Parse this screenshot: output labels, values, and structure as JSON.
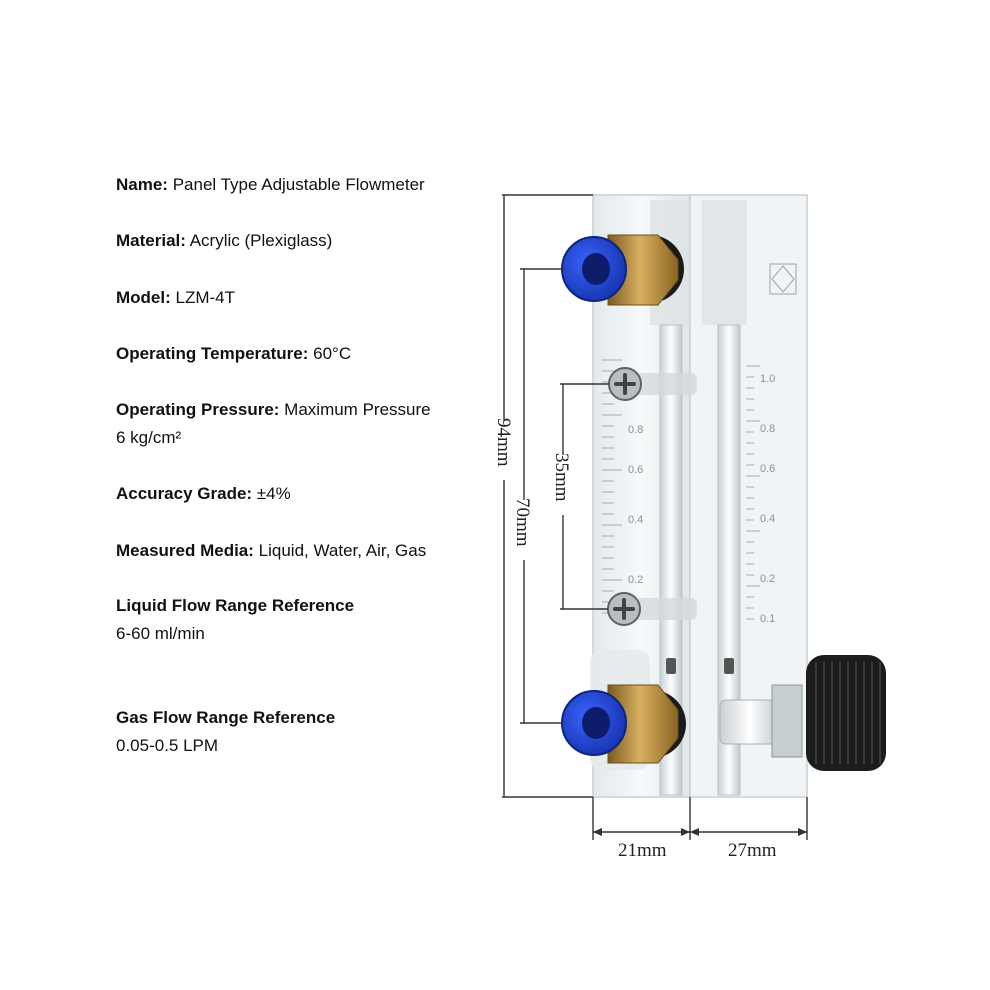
{
  "specs": {
    "name": {
      "label": "Name:",
      "value": " Panel Type Adjustable Flowmeter"
    },
    "material": {
      "label": "Material:",
      "value": " Acrylic (Plexiglass)"
    },
    "model": {
      "label": "Model:",
      "value": " LZM-4T"
    },
    "temperature": {
      "label": "Operating Temperature:",
      "value": " 60°C"
    },
    "pressure": {
      "label": "Operating Pressure:",
      "value": " Maximum Pressure",
      "value2": "6 kg/cm²"
    },
    "accuracy": {
      "label": "Accuracy Grade:",
      "value": " ±4%"
    },
    "media": {
      "label": "Measured Media:",
      "value": " Liquid, Water, Air, Gas"
    },
    "liquid": {
      "label": "Liquid Flow Range Reference",
      "value": "6-60 ml/min"
    },
    "gas": {
      "label": "Gas Flow Range Reference",
      "value": "0.05-0.5 LPM"
    }
  },
  "dimensions": {
    "height_total": "94mm",
    "height_ports": "70mm",
    "height_screws": "35mm",
    "width_left": "21mm",
    "width_right": "27mm"
  },
  "scale": {
    "ticks_left": [
      "0.8",
      "0.6",
      "0.4",
      "0.2"
    ],
    "ticks_right": [
      "1.0",
      "0.8",
      "0.6",
      "0.4",
      "0.2",
      "0.1"
    ]
  },
  "colors": {
    "fitting_blue": "#1f3fd0",
    "brass": "#b38a3a",
    "knob": "#1c1c1c",
    "acrylic": "#eef2f4"
  },
  "icons": {
    "inlet_fitting": "push-fit-connector-icon",
    "screw": "phillips-screw-icon",
    "knob": "adjustment-knob-icon"
  }
}
